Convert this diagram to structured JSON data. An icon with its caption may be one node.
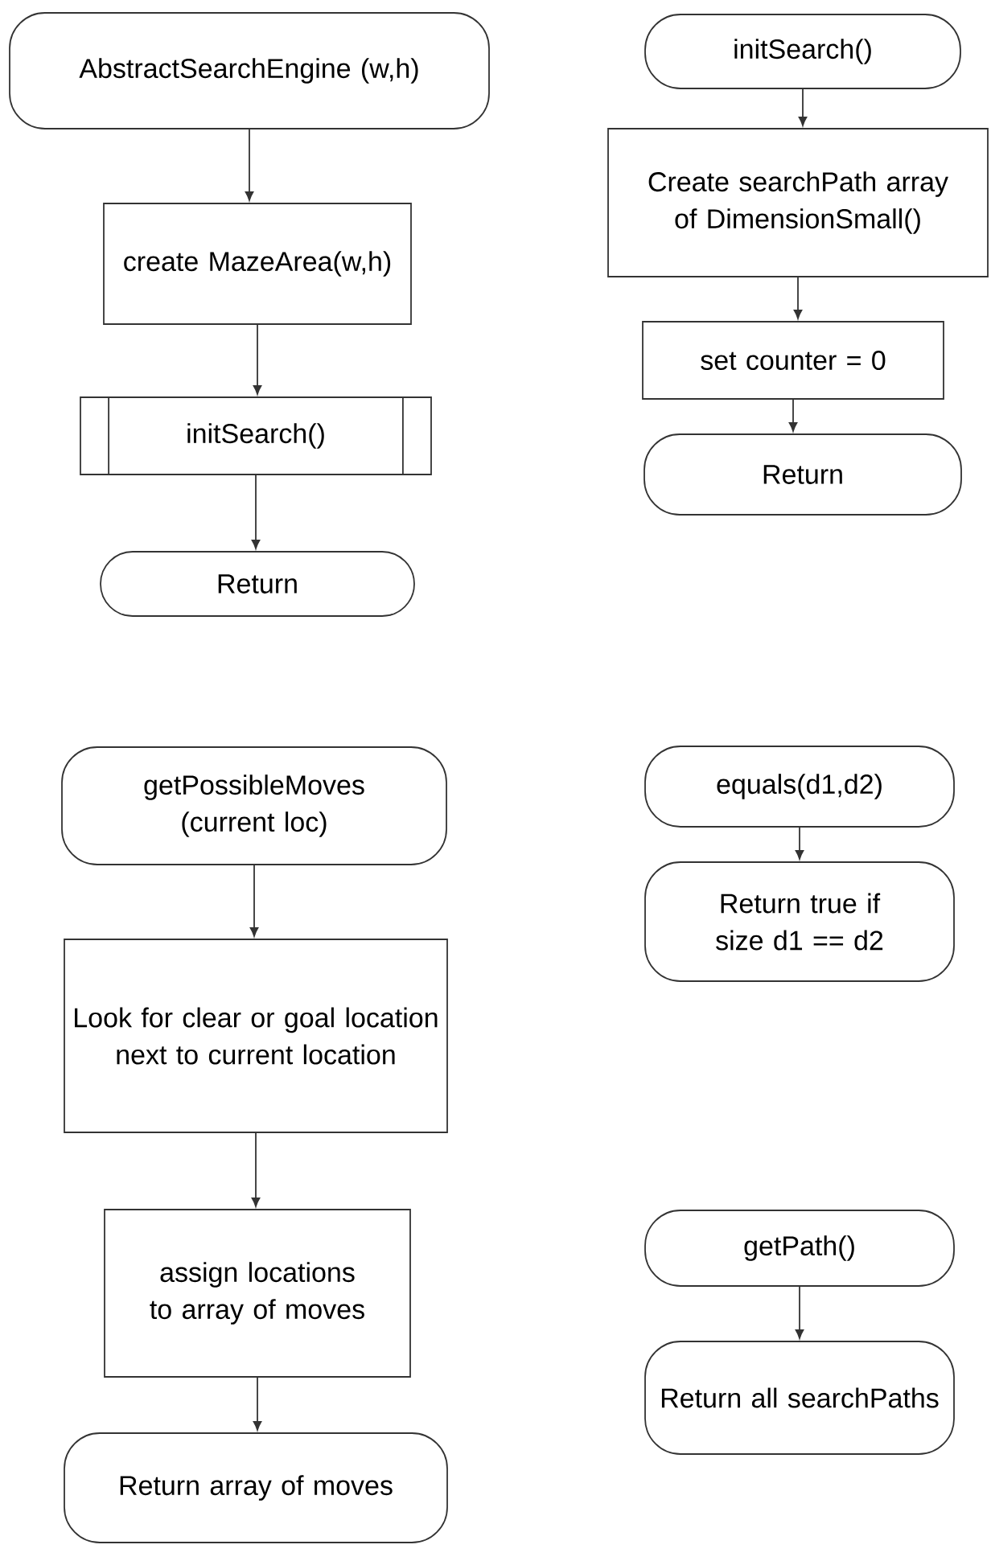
{
  "diagram": {
    "nodes": [
      {
        "text": [
          "AbstractSearchEngine (w,h)"
        ]
      },
      {
        "text": [
          "create MazeArea(w,h)"
        ]
      },
      {
        "text": [
          "initSearch()"
        ]
      },
      {
        "text": [
          "Return"
        ]
      },
      {
        "text": [
          "initSearch()"
        ]
      },
      {
        "text": [
          "Create searchPath array of DimensionSmall()"
        ]
      },
      {
        "text": [
          "set counter = 0"
        ]
      },
      {
        "text": [
          "Return"
        ]
      },
      {
        "text": [
          "getPossibleMoves (current loc)"
        ]
      },
      {
        "text": [
          "Look for clear or goal location next to current location"
        ]
      },
      {
        "text": [
          "assign locations to array of moves"
        ]
      },
      {
        "text": [
          "Return array of moves"
        ]
      },
      {
        "text": [
          "equals(d1,d2)"
        ]
      },
      {
        "text": [
          "Return true if size d1 == d2"
        ]
      },
      {
        "text": [
          "getPath()"
        ]
      },
      {
        "text": [
          "Return all searchPaths"
        ]
      }
    ],
    "edges": [
      {
        "from": 0,
        "to": 1,
        "arrow": "to"
      },
      {
        "from": 1,
        "to": 2,
        "arrow": "to"
      },
      {
        "from": 2,
        "to": 3,
        "arrow": "to"
      },
      {
        "from": 4,
        "to": 5,
        "arrow": "to"
      },
      {
        "from": 5,
        "to": 6,
        "arrow": "to"
      },
      {
        "from": 6,
        "to": 7,
        "arrow": "to"
      },
      {
        "from": 8,
        "to": 9,
        "arrow": "to"
      },
      {
        "from": 9,
        "to": 10,
        "arrow": "to"
      },
      {
        "from": 10,
        "to": 11,
        "arrow": "to"
      },
      {
        "from": 12,
        "to": 13,
        "arrow": "to"
      },
      {
        "from": 14,
        "to": 15,
        "arrow": "to"
      }
    ]
  }
}
